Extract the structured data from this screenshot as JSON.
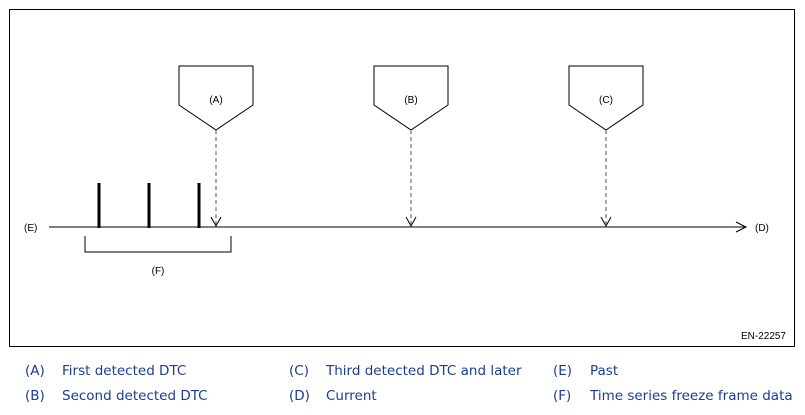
{
  "diagram": {
    "markers": [
      {
        "label": "(A)"
      },
      {
        "label": "(B)"
      },
      {
        "label": "(C)"
      }
    ],
    "axis": {
      "start_label": "(E)",
      "end_label": "(D)"
    },
    "bracket_label": "(F)",
    "figure_id": "EN-22257"
  },
  "legend": [
    {
      "key": "(A)",
      "text": "First detected DTC"
    },
    {
      "key": "(B)",
      "text": "Second detected DTC"
    },
    {
      "key": "(C)",
      "text": "Third detected DTC and later"
    },
    {
      "key": "(D)",
      "text": "Current"
    },
    {
      "key": "(E)",
      "text": "Past"
    },
    {
      "key": "(F)",
      "text": "Time series freeze frame data"
    }
  ],
  "colors": {
    "legend_text": "#1a3c96",
    "line": "#000000",
    "dashed": "#555555"
  }
}
